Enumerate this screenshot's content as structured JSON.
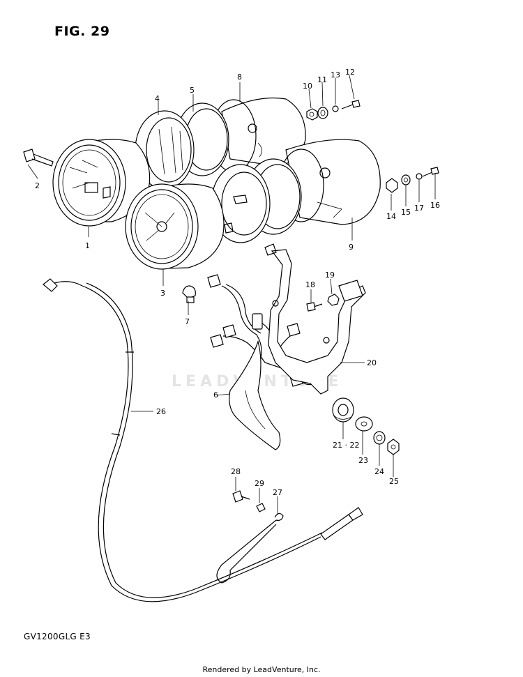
{
  "figure": {
    "title": "FIG. 29"
  },
  "model_code": "GV1200GLG  E3",
  "watermark": "LEADVENTURE",
  "footer": "Rendered by LeadVenture, Inc.",
  "callouts": [
    {
      "id": "c1",
      "text": "1"
    },
    {
      "id": "c2",
      "text": "2"
    },
    {
      "id": "c3",
      "text": "3"
    },
    {
      "id": "c4",
      "text": "4"
    },
    {
      "id": "c5",
      "text": "5"
    },
    {
      "id": "c6",
      "text": "6"
    },
    {
      "id": "c7",
      "text": "7"
    },
    {
      "id": "c8",
      "text": "8"
    },
    {
      "id": "c9",
      "text": "9"
    },
    {
      "id": "c10",
      "text": "10"
    },
    {
      "id": "c11",
      "text": "11"
    },
    {
      "id": "c12",
      "text": "12"
    },
    {
      "id": "c13",
      "text": "13"
    },
    {
      "id": "c14",
      "text": "14"
    },
    {
      "id": "c15",
      "text": "15"
    },
    {
      "id": "c16",
      "text": "16"
    },
    {
      "id": "c17",
      "text": "17"
    },
    {
      "id": "c18",
      "text": "18"
    },
    {
      "id": "c19",
      "text": "19"
    },
    {
      "id": "c20",
      "text": "20"
    },
    {
      "id": "c21",
      "text": "21 · 22"
    },
    {
      "id": "c23",
      "text": "23"
    },
    {
      "id": "c24",
      "text": "24"
    },
    {
      "id": "c25",
      "text": "25"
    },
    {
      "id": "c26",
      "text": "26"
    },
    {
      "id": "c27",
      "text": "27"
    },
    {
      "id": "c28",
      "text": "28"
    },
    {
      "id": "c29",
      "text": "29"
    }
  ]
}
